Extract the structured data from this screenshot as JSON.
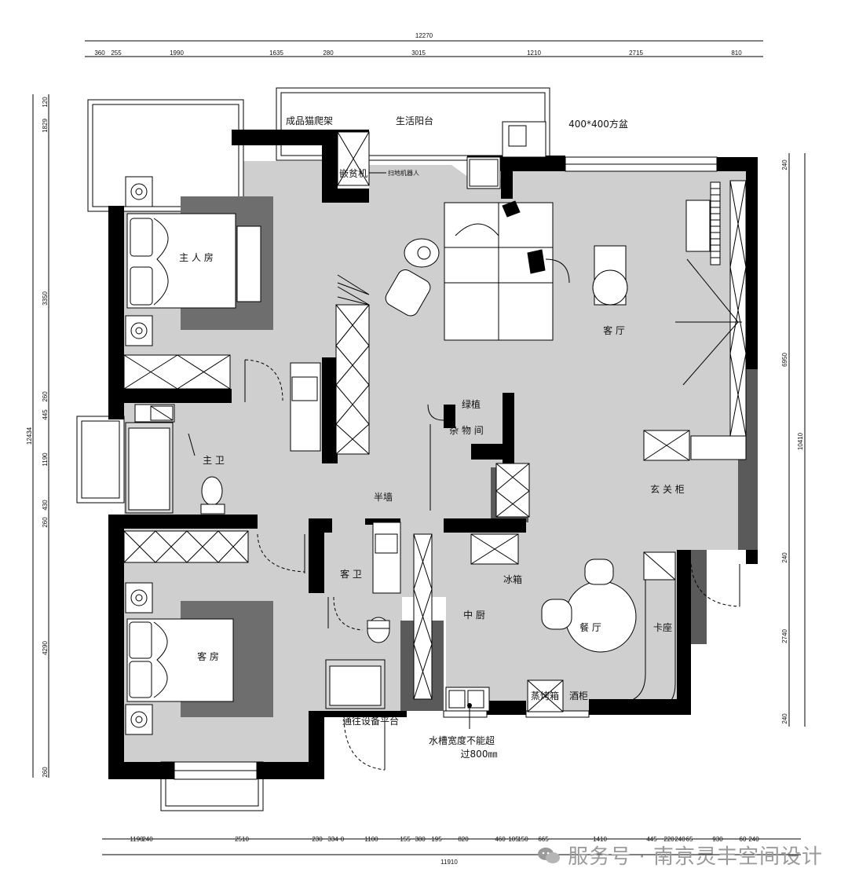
{
  "top_dims": {
    "total": "12270",
    "segments": [
      "360",
      "255",
      "1990",
      "1635",
      "280",
      "3015",
      "1210",
      "2715",
      "810"
    ]
  },
  "bottom_dims": {
    "total": "11910",
    "segments": [
      "1190",
      "240",
      "2510",
      "230",
      "334",
      "0",
      "1100",
      "155",
      "380",
      "195",
      "820",
      "460",
      "105",
      "150",
      "665",
      "1410",
      "445",
      "220",
      "240",
      "65",
      "930",
      "60",
      "240"
    ]
  },
  "left_dims": {
    "total": "12434",
    "segments": [
      "120",
      "1829",
      "3350",
      "260",
      "445",
      "1190",
      "430",
      "260",
      "4290",
      "260"
    ]
  },
  "right_dims": {
    "total": "10410",
    "segments": [
      "240",
      "6950",
      "240",
      "2740",
      "240"
    ]
  },
  "rooms": {
    "master_bedroom": "主 人 房",
    "living_room": "客 厅",
    "master_bath": "主 卫",
    "guest_bath": "客 卫",
    "guest_room": "客 房",
    "dining": "餐 厅",
    "kitchen": "中 厨",
    "storage": "杂 物 间",
    "balcony": "生活阳台"
  },
  "labels": {
    "cat_tree": "成品猫爬架",
    "embedded": "嵌贫机",
    "robot": "扫地机器人",
    "basin": "400*400方盆",
    "plants": "绿植",
    "half_wall": "半墙",
    "fridge": "冰箱",
    "foyer_cabinet": "玄 关 柜",
    "booth": "卡座",
    "steam_oven": "蒸烤箱",
    "wine_cabinet": "酒柜",
    "equipment_platform": "通往设备平台",
    "sink_note_1": "水槽宽度不能超",
    "sink_note_2": "过800㎜"
  },
  "watermark": "服务号 · 南京灵丰空间设计",
  "colors": {
    "wall": "#000000",
    "floor": "#cfcfcf",
    "rug": "#6e6e6e",
    "dark_fill": "#5a5a5a",
    "watermark": "#9a9a9a"
  }
}
